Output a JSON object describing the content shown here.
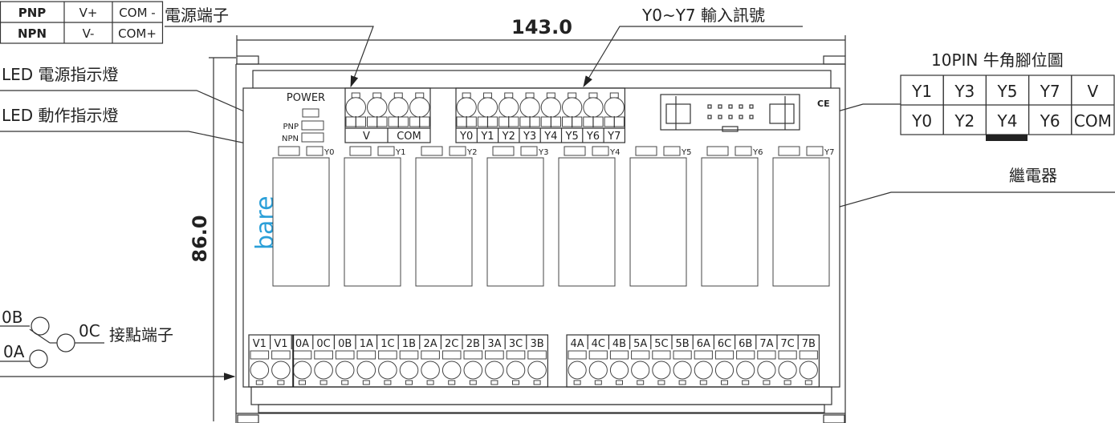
{
  "polarity_table": {
    "rows": [
      [
        "PNP",
        "V+",
        "COM -"
      ],
      [
        "NPN",
        "V-",
        "COM+"
      ]
    ]
  },
  "callouts": {
    "power_terminal": "電源端子",
    "input_signal": "Y0~Y7 輸入訊號",
    "led_power": "LED 電源指示燈",
    "led_action": "LED 動作指示燈",
    "contact_terminal": "接點端子",
    "relay": "繼電器",
    "pin_diagram_title": "10PIN 牛角腳位圖"
  },
  "dimensions": {
    "width": "143.0",
    "height": "86.0"
  },
  "module": {
    "power_label": "POWER",
    "pnp_label": "PNP",
    "npn_label": "NPN",
    "logo": "bare",
    "ce_mark": "CE",
    "power_terminal_labels": [
      "V",
      "COM"
    ],
    "input_terminal_labels": [
      "Y0",
      "Y1",
      "Y2",
      "Y3",
      "Y4",
      "Y5",
      "Y6",
      "Y7"
    ],
    "relay_led_labels": [
      "Y0",
      "Y1",
      "Y2",
      "Y3",
      "Y4",
      "Y5",
      "Y6",
      "Y7"
    ],
    "bottom_terminals_left": [
      "V1",
      "V1",
      "0A",
      "0C",
      "0B",
      "1A",
      "1C",
      "1B",
      "2A",
      "2C",
      "2B",
      "3A",
      "3C",
      "3B"
    ],
    "bottom_terminals_right": [
      "4A",
      "4C",
      "4B",
      "5A",
      "5C",
      "5B",
      "6A",
      "6C",
      "6B",
      "7A",
      "7C",
      "7B"
    ]
  },
  "contact_symbol": {
    "nc": "0B",
    "no": "0A",
    "common": "0C"
  },
  "pin_table": {
    "rows": [
      [
        "Y1",
        "Y3",
        "Y5",
        "Y7",
        "V"
      ],
      [
        "Y0",
        "Y2",
        "Y4",
        "Y6",
        "COM"
      ]
    ],
    "key_pin": "Y4"
  }
}
